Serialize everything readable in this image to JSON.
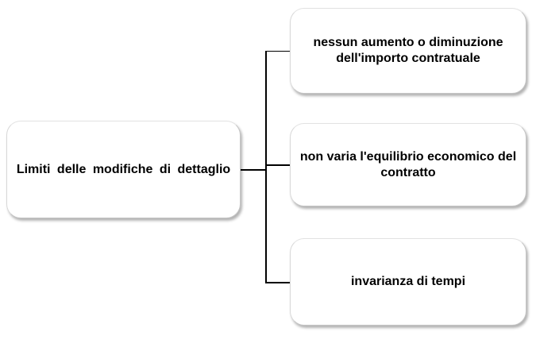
{
  "diagram": {
    "root_label": "Limiti delle modifiche di dettaglio",
    "branches": [
      {
        "label": "nessun aumento o diminuzione dell'importo contratuale"
      },
      {
        "label": "non varia l'equilibrio economico del contratto"
      },
      {
        "label": "invarianza di tempi"
      }
    ]
  },
  "colors": {
    "background": "#ffffff",
    "box_fill": "#ffffff",
    "box_border": "#c6c6c6",
    "box_shadow": "rgba(0,0,0,0.30)",
    "connector_line": "#000000",
    "text": "#000000"
  }
}
